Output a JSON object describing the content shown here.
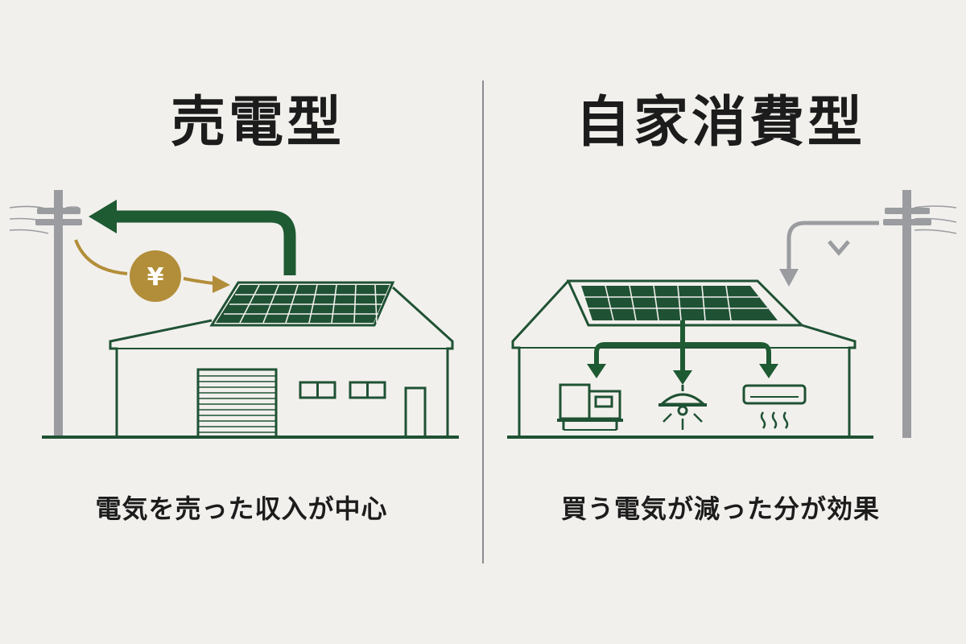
{
  "left": {
    "title": "売電型",
    "caption": "電気を売った収入が中心",
    "coin_symbol": "¥"
  },
  "right": {
    "title": "自家消費型",
    "caption": "買う電気が減った分が効果"
  },
  "colors": {
    "background": "#f2f0ed",
    "house_green": "#1f5234",
    "arrow_green": "#1e5a32",
    "coin_gold": "#b28e3a",
    "pole_gray": "#9a9ca0",
    "divider_gray": "#8a8c90",
    "text": "#1c1c1c"
  },
  "icons": [
    "utility-pole-icon",
    "solar-panel-icon",
    "yen-coin-icon",
    "shutter-door-icon",
    "window-icon",
    "door-icon",
    "machine-icon",
    "lamp-icon",
    "air-conditioner-icon"
  ]
}
